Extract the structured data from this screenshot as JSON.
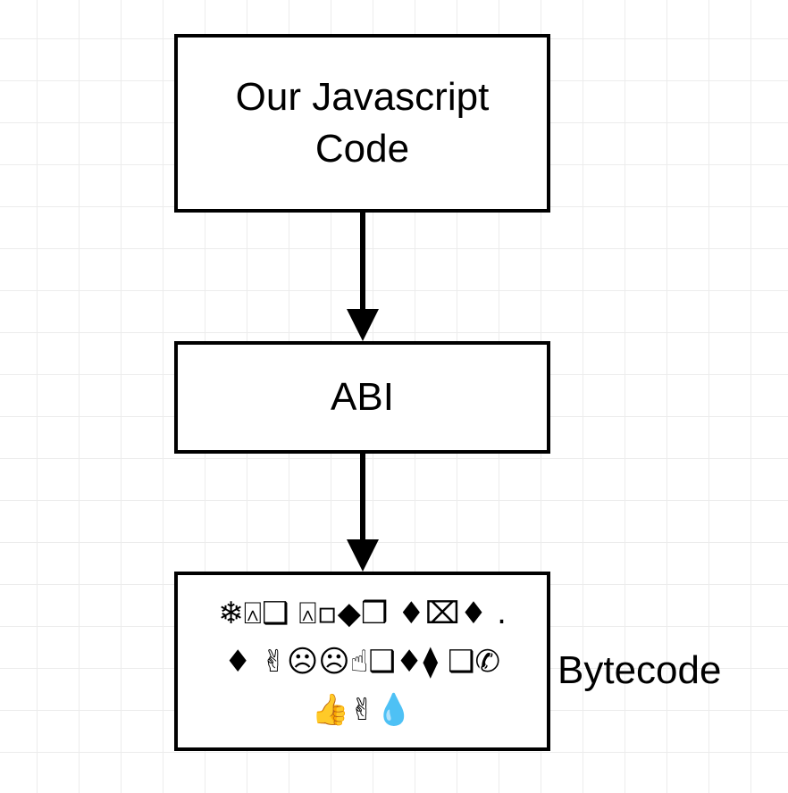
{
  "diagram": {
    "nodes": [
      {
        "id": "js-code",
        "label_line1": "Our Javascript",
        "label_line2": "Code"
      },
      {
        "id": "abi",
        "label": "ABI"
      },
      {
        "id": "bytecode-box",
        "glyph_lines": [
          "❄⍓❑ ⍓▫◆❒ ♦⌧♦ .",
          "♦ ✌☹☹☝❑♦⧫ ❑✆",
          "👍✌💧"
        ]
      }
    ],
    "edges": [
      {
        "from": "js-code",
        "to": "abi"
      },
      {
        "from": "abi",
        "to": "bytecode-box"
      }
    ],
    "side_label": "Bytecode"
  }
}
